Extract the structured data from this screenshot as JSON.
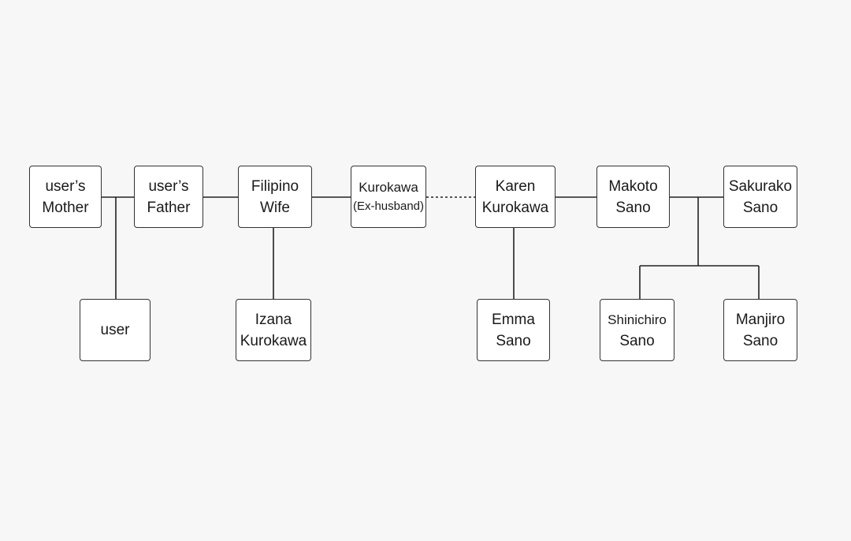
{
  "diagram": {
    "nodes": {
      "users_mother": {
        "line1": "user’s",
        "line2": "Mother"
      },
      "users_father": {
        "line1": "user’s",
        "line2": "Father"
      },
      "filipino_wife": {
        "line1": "Filipino",
        "line2": "Wife"
      },
      "kurokawa": {
        "line1": "Kurokawa",
        "line2": "(Ex-husband)"
      },
      "karen": {
        "line1": "Karen",
        "line2": "Kurokawa"
      },
      "makoto": {
        "line1": "Makoto",
        "line2": "Sano"
      },
      "sakurako": {
        "line1": "Sakurako",
        "line2": "Sano"
      },
      "user": {
        "line1": "user"
      },
      "izana": {
        "line1": "Izana",
        "line2": "Kurokawa"
      },
      "emma": {
        "line1": "Emma",
        "line2": "Sano"
      },
      "shinichiro": {
        "line1": "Shinichiro",
        "line2": "Sano"
      },
      "manjiro": {
        "line1": "Manjiro",
        "line2": "Sano"
      }
    },
    "colors": {
      "line": "#222222",
      "box_border": "#333333",
      "box_fill": "#ffffff",
      "background": "#f7f7f7"
    }
  }
}
